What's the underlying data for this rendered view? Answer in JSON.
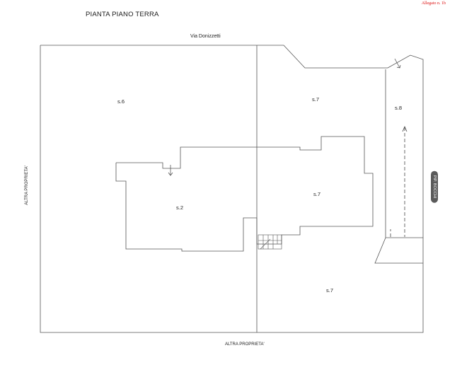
{
  "header": {
    "title": "PIANTA PIANO TERRA",
    "allegato": "Allegato n. 1b"
  },
  "labels": {
    "street": "Via Donizzetti",
    "bottom": "ALTRA PROPRIETA'",
    "left": "ALTRA PROPRIETA'",
    "badge": "PIP. BOCCHI"
  },
  "subalterni": {
    "s6": "s.6",
    "s7_top": "s.7",
    "s8": "s.8",
    "s7_mid": "s.7",
    "s2": "s.2",
    "s7_bottom": "s.7"
  }
}
